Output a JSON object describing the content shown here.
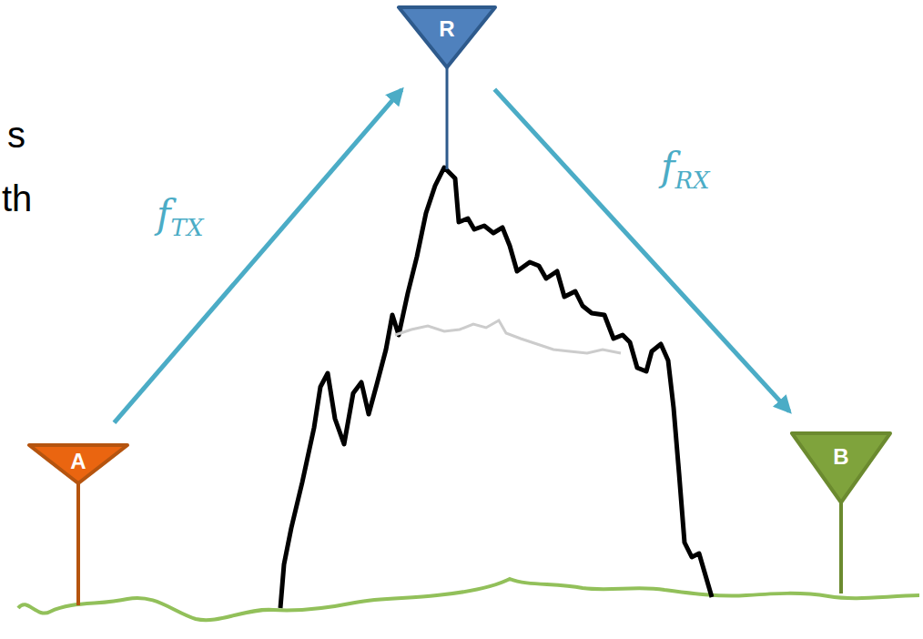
{
  "diagram": {
    "nodes": [
      {
        "text": [
          "A"
        ]
      },
      {
        "text": [
          "R"
        ]
      },
      {
        "text": [
          "B"
        ]
      }
    ],
    "edges": [
      {
        "from": 0,
        "to": 1,
        "arrow": "to",
        "label": "fTX"
      },
      {
        "from": 1,
        "to": 2,
        "arrow": "to",
        "label": "fRX"
      }
    ],
    "labels": [
      "s",
      "th"
    ]
  }
}
